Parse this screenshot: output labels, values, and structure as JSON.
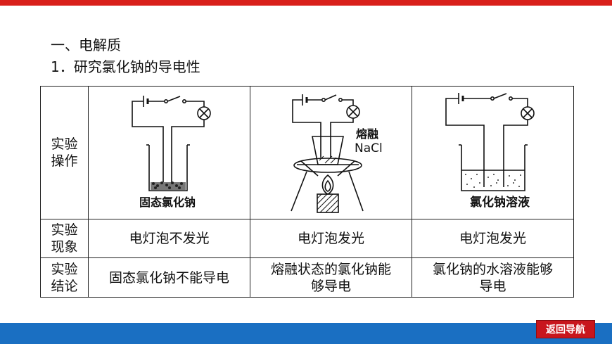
{
  "section_title": "一、电解质",
  "subsection_title": "1．研究氯化钠的导电性",
  "table": {
    "row_headers": {
      "operation": [
        "实验",
        "操作"
      ],
      "phenomenon": [
        "实验",
        "现象"
      ],
      "conclusion": [
        "实验",
        "结论"
      ]
    },
    "experiments": [
      {
        "diagram_caption": "固态氯化钠",
        "phenomenon": "电灯泡不发光",
        "conclusion": "固态氯化钠不能导电"
      },
      {
        "diagram_label_1": "熔融",
        "diagram_label_2": "NaCl",
        "phenomenon": "电灯泡发光",
        "conclusion_line1": "熔融状态的氯化钠能",
        "conclusion_line2": "够导电"
      },
      {
        "diagram_caption": "氯化钠溶液",
        "phenomenon": "电灯泡发光",
        "conclusion_line1": "氯化钠的水溶液能够",
        "conclusion_line2": "导电"
      }
    ]
  },
  "nav": {
    "back_label": "返回导航"
  },
  "colors": {
    "top_bar": "#d9201b",
    "bottom_bar": "#1a6fc2",
    "nav_button": "#c8161d"
  }
}
